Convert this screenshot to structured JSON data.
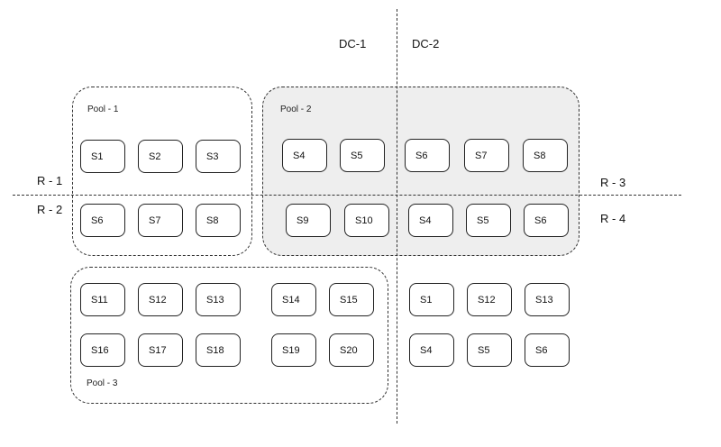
{
  "data_centers": [
    {
      "id": "dc1",
      "label": "DC-1"
    },
    {
      "id": "dc2",
      "label": "DC-2"
    }
  ],
  "regions": [
    {
      "id": "r1",
      "label": "R - 1"
    },
    {
      "id": "r2",
      "label": "R - 2"
    },
    {
      "id": "r3",
      "label": "R - 3"
    },
    {
      "id": "r4",
      "label": "R - 4"
    }
  ],
  "pools": [
    {
      "id": "pool1",
      "label": "Pool - 1",
      "shaded": false
    },
    {
      "id": "pool2",
      "label": "Pool - 2",
      "shaded": true
    },
    {
      "id": "pool3",
      "label": "Pool - 3",
      "shaded": false
    }
  ],
  "servers": {
    "pool1": [
      "S1",
      "S2",
      "S3",
      "S6",
      "S7",
      "S8"
    ],
    "pool2": [
      "S4",
      "S5",
      "S6",
      "S7",
      "S8",
      "S9",
      "S10",
      "S4",
      "S5",
      "S6"
    ],
    "pool3": [
      "S11",
      "S12",
      "S13",
      "S14",
      "S15",
      "S16",
      "S17",
      "S18",
      "S19",
      "S20"
    ],
    "unpooled": [
      "S1",
      "S12",
      "S13",
      "S4",
      "S5",
      "S6"
    ]
  },
  "colors": {
    "pool_shade": "#eeeeee",
    "stroke": "#222222"
  }
}
